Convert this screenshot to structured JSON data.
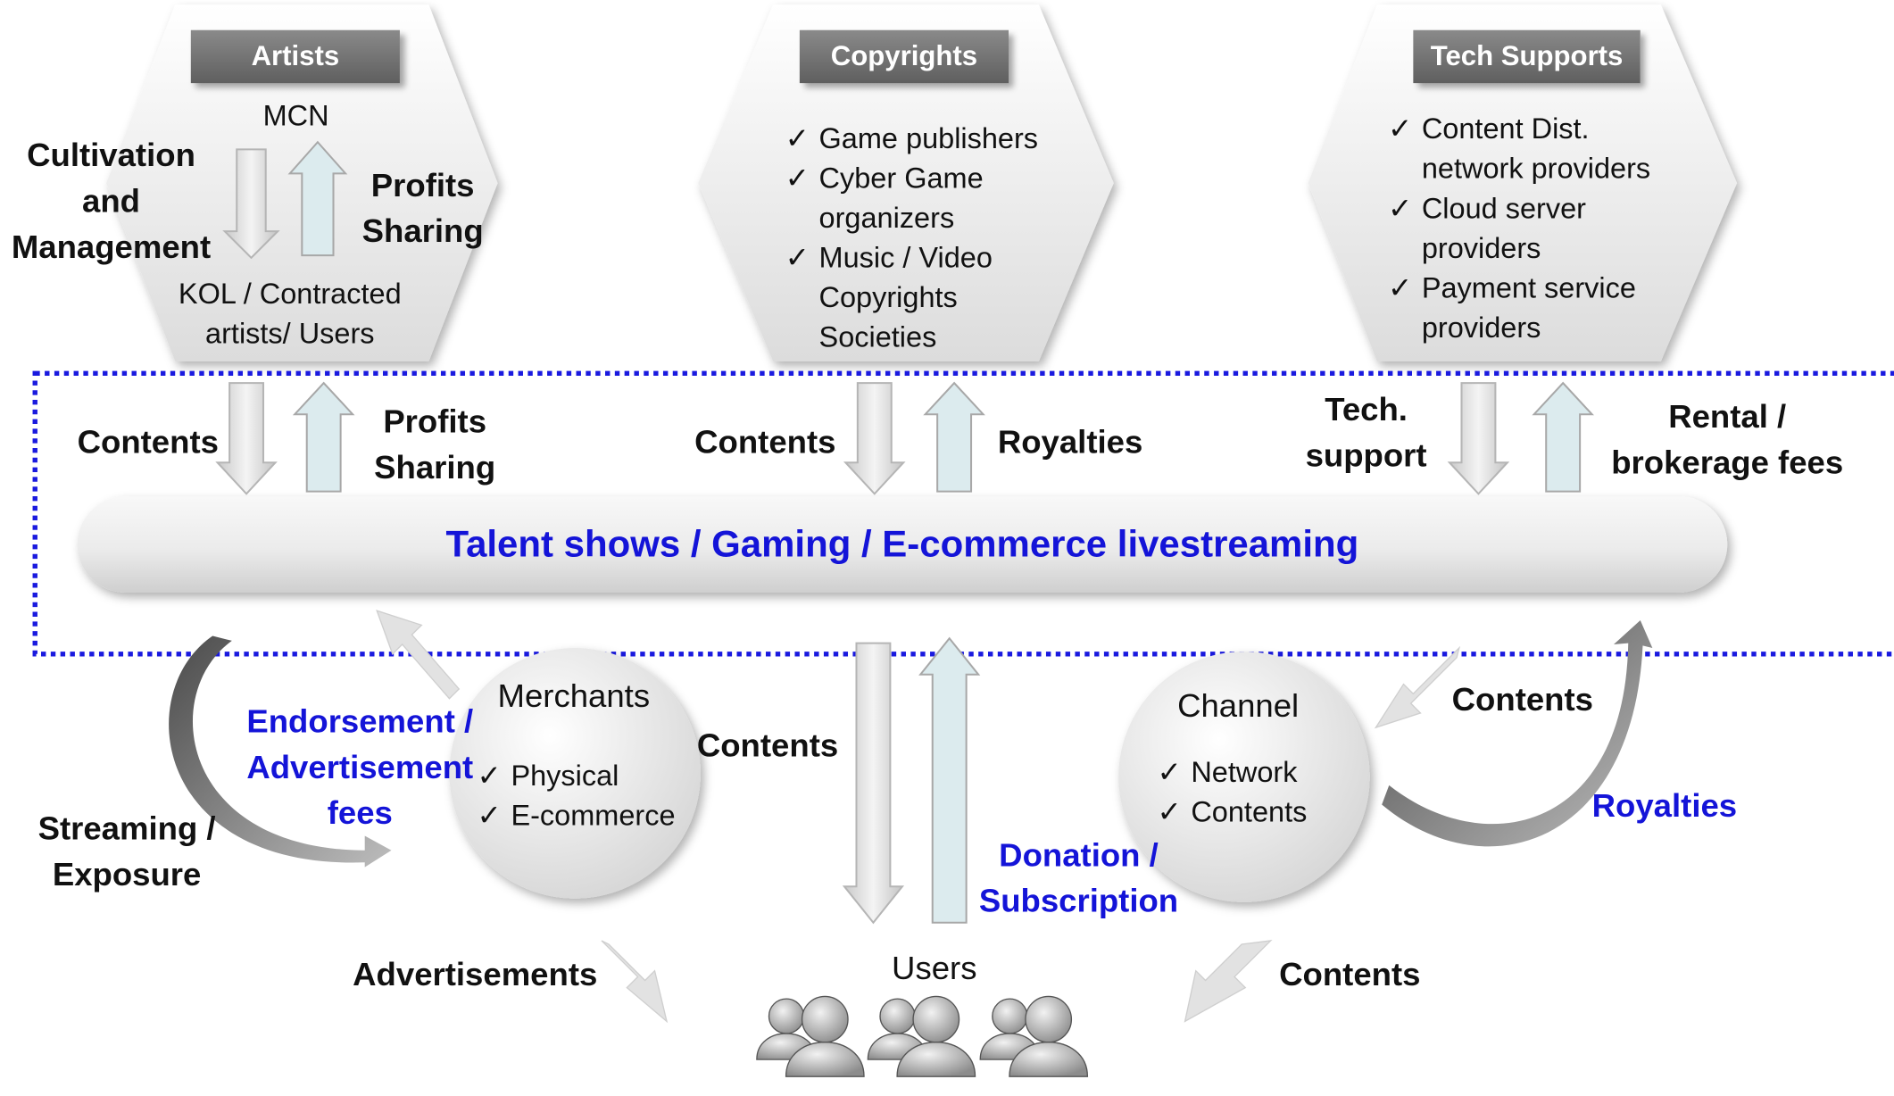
{
  "artists": {
    "header": "Artists",
    "mcn": "MCN",
    "cultivation": "Cultivation and Management",
    "profits": "Profits Sharing",
    "kol": "KOL / Contracted artists/ Users"
  },
  "copyrights": {
    "header": "Copyrights",
    "items": [
      "Game publishers",
      "Cyber Game organizers",
      "Music / Video Copyrights Societies"
    ]
  },
  "tech": {
    "header": "Tech Supports",
    "items": [
      "Content Dist. network providers",
      "Cloud server providers",
      "Payment service providers"
    ]
  },
  "platform": {
    "title": "Talent shows / Gaming / E-commerce livestreaming",
    "contents_left": "Contents",
    "profits_sharing": "Profits Sharing",
    "contents_mid": "Contents",
    "royalties": "Royalties",
    "tech_support": "Tech. support",
    "rental": "Rental / brokerage fees"
  },
  "merchants": {
    "title": "Merchants",
    "items": [
      "Physical",
      "E-commerce"
    ],
    "endorsement": "Endorsement / Advertisement fees",
    "streaming": "Streaming / Exposure",
    "advertisements": "Advertisements"
  },
  "users": {
    "title": "Users",
    "contents": "Contents",
    "donation": "Donation / Subscription"
  },
  "channel": {
    "title": "Channel",
    "items": [
      "Network",
      "Contents"
    ],
    "contents_in": "Contents",
    "royalties": "Royalties",
    "contents_out": "Contents"
  },
  "colors": {
    "blue_text": "#1414d8",
    "dotted_border": "#1a1adf",
    "header_bg": "#6e6e6e",
    "up_arrow_fill": "#dcebee"
  }
}
